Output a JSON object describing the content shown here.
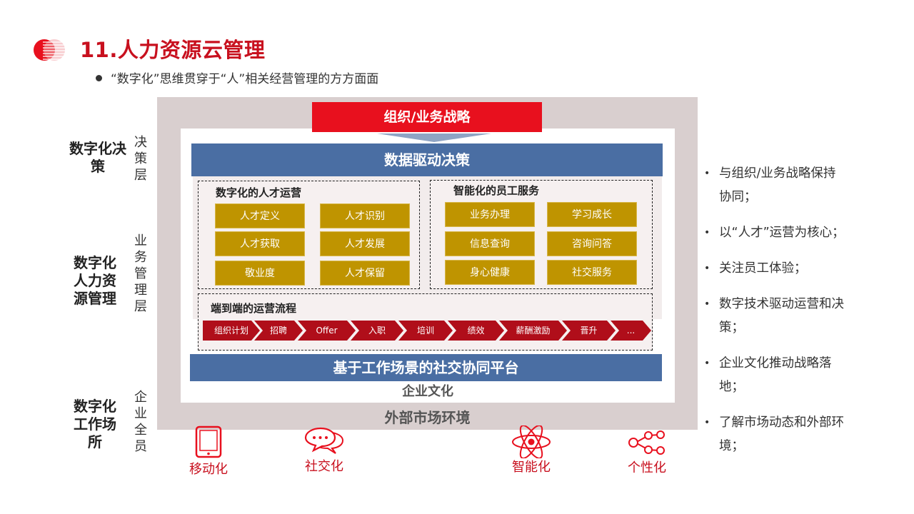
{
  "header": {
    "title": "11.人力资源云管理",
    "subtitle": "“数字化”思维贯穿于“人”相关经营管理的方方面面"
  },
  "left_labels": [
    {
      "main": "数字化决策",
      "layer": "决策层"
    },
    {
      "main": "数字化人力资源管理",
      "layer": "业务管理层"
    },
    {
      "main": "数字化工作场所",
      "layer": "企业全员"
    }
  ],
  "diagram": {
    "strategy": "组织/业务战略",
    "data_driven": "数据驱动决策",
    "talent_ops": {
      "title": "数字化的人才运营",
      "items": [
        "人才定义",
        "人才识别",
        "人才获取",
        "人才发展",
        "敬业度",
        "人才保留"
      ]
    },
    "employee_services": {
      "title": "智能化的员工服务",
      "items": [
        "业务办理",
        "学习成长",
        "信息查询",
        "咨询问答",
        "身心健康",
        "社交服务"
      ]
    },
    "process": {
      "title": "端到端的运营流程",
      "steps": [
        "组织计划",
        "招聘",
        "Offer",
        "入职",
        "培训",
        "绩效",
        "薪酬激励",
        "晋升",
        "..."
      ]
    },
    "social_platform": "基于工作场景的社交协同平台",
    "culture": "企业文化",
    "market": "外部市场环境"
  },
  "icons": [
    {
      "name": "mobile-icon",
      "label": "移动化"
    },
    {
      "name": "chat-icon",
      "label": "社交化"
    },
    {
      "name": "atom-icon",
      "label": "智能化"
    },
    {
      "name": "share-icon",
      "label": "个性化"
    }
  ],
  "bullets": [
    "与组织/业务战略保持协同；",
    "以“人才”运营为核心；",
    "关注员工体验；",
    "数字技术驱动运营和决策；",
    "企业文化推动战略落地；",
    "了解市场动态和外部环境；"
  ],
  "colors": {
    "accent_red": "#c8101e",
    "strategy_red": "#e8101e",
    "blue": "#4a6ea3",
    "gold": "#bf9400",
    "chevron_red": "#b00e1a",
    "frame": "#d9cfcf"
  }
}
